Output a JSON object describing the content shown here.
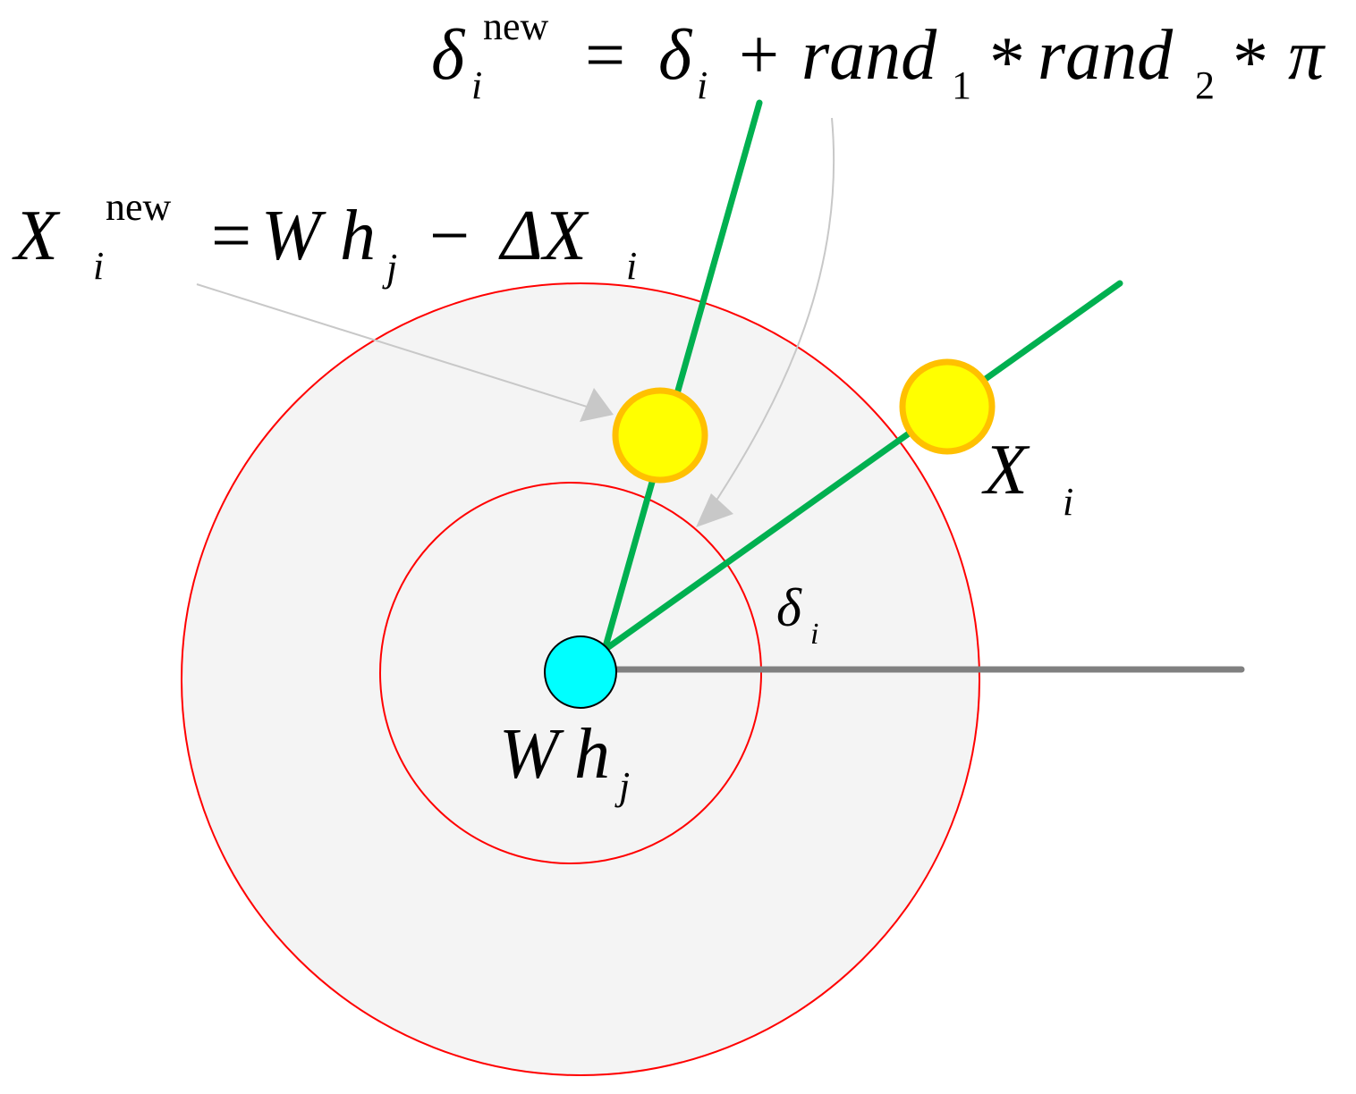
{
  "equations": {
    "delta_update": {
      "delta": "δ",
      "sub_i": "i",
      "sup_new": "new",
      "equals": "=",
      "rhs_delta": "δ",
      "rhs_sub_i": "i",
      "plus": "+",
      "rand1": "rand",
      "sub_1": "1",
      "times1": "*",
      "rand2": "rand",
      "sub_2": "2",
      "times2": "*",
      "pi": "π"
    },
    "position_update": {
      "X": "X",
      "sub_i": "i",
      "sup_new": "new",
      "equals": "=",
      "W": "W",
      "h": "h",
      "sub_j": "j",
      "minus": "−",
      "delta_X": "ΔX",
      "sub_i2": "i"
    }
  },
  "labels": {
    "Xi": {
      "X": "X",
      "sub": "i"
    },
    "delta_i": {
      "delta": "δ",
      "sub": "i"
    },
    "Whj": {
      "W": "W",
      "h": "h",
      "sub": "j"
    }
  },
  "colors": {
    "outer_circle_fill": "#f4f4f4",
    "circle_stroke": "#ff0000",
    "green_line": "#00b050",
    "gray_line": "#808080",
    "yellow_node_fill": "#ffff00",
    "yellow_node_stroke": "#ffc000",
    "center_node_fill": "#00ffff",
    "arrow_color": "#c8c8c8"
  }
}
